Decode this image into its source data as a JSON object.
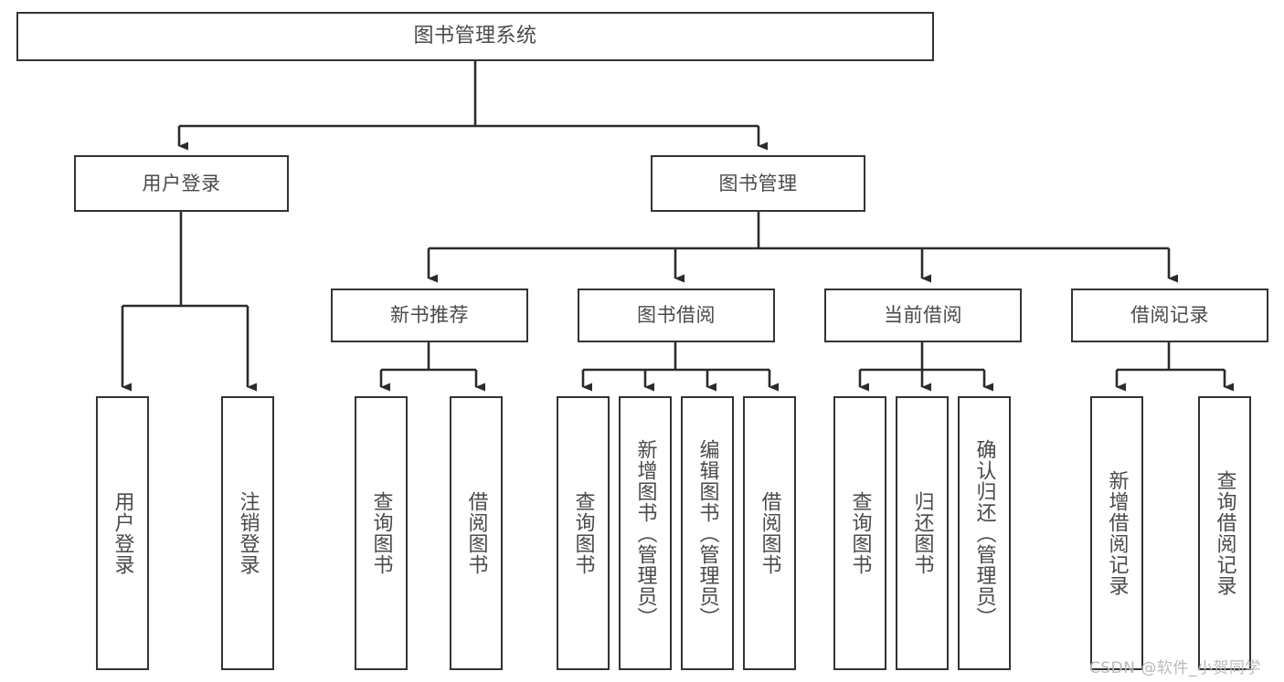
{
  "diagram": {
    "title": "图书管理系统",
    "watermark": "CSDN @软件_小贺同学",
    "colors": {
      "box_border": "#333333",
      "box_fill": "#ffffff",
      "connector": "#2b2b2b",
      "text": "#4a4a4a",
      "watermark": "#b9b9b9",
      "background": "#ffffff"
    },
    "levels": {
      "root": "图书管理系统",
      "level2": [
        "用户登录",
        "图书管理"
      ],
      "level3": [
        "新书推荐",
        "图书借阅",
        "当前借阅",
        "借阅记录"
      ]
    },
    "nodes": {
      "root": "图书管理系统",
      "user_login": "用户登录",
      "book_manage": "图书管理",
      "new_book_recommend": "新书推荐",
      "book_borrow": "图书借阅",
      "current_borrow": "当前借阅",
      "borrow_record": "借阅记录",
      "leaf_user_login": "用户登录",
      "leaf_logout": "注销登录",
      "leaf_query_book_1": "查询图书",
      "leaf_borrow_book_1": "借阅图书",
      "leaf_query_book_2": "查询图书",
      "leaf_add_book_admin": "新增图书（管理员）",
      "leaf_edit_book_admin": "编辑图书（管理员）",
      "leaf_borrow_book_2": "借阅图书",
      "leaf_query_book_3": "查询图书",
      "leaf_return_book": "归还图书",
      "leaf_confirm_return_admin": "确认归还（管理员）",
      "leaf_add_borrow_record": "新增借阅记录",
      "leaf_query_borrow_record": "查询借阅记录"
    },
    "structure": [
      {
        "parent": "图书管理系统",
        "children": [
          "用户登录",
          "图书管理"
        ]
      },
      {
        "parent": "用户登录",
        "children": [
          "用户登录",
          "注销登录"
        ]
      },
      {
        "parent": "图书管理",
        "children": [
          "新书推荐",
          "图书借阅",
          "当前借阅",
          "借阅记录"
        ]
      },
      {
        "parent": "新书推荐",
        "children": [
          "查询图书",
          "借阅图书"
        ]
      },
      {
        "parent": "图书借阅",
        "children": [
          "查询图书",
          "新增图书（管理员）",
          "编辑图书（管理员）",
          "借阅图书"
        ]
      },
      {
        "parent": "当前借阅",
        "children": [
          "查询图书",
          "归还图书",
          "确认归还（管理员）"
        ]
      },
      {
        "parent": "借阅记录",
        "children": [
          "新增借阅记录",
          "查询借阅记录"
        ]
      }
    ]
  }
}
